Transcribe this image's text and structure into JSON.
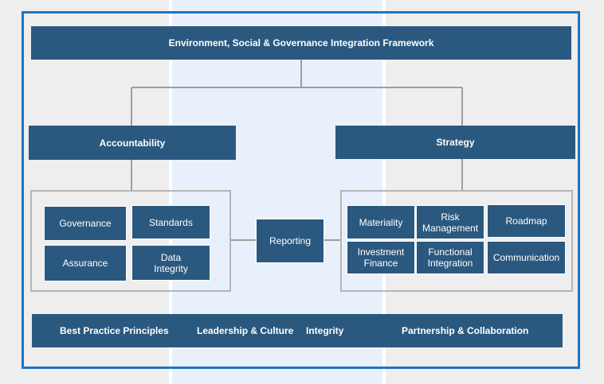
{
  "title": "Environment, Social & Governance Integration Framework",
  "left": {
    "heading": "Accountability",
    "items": [
      "Governance",
      "Standards",
      "Assurance",
      "Data Integrity"
    ]
  },
  "center": {
    "label": "Reporting"
  },
  "right": {
    "heading": "Strategy",
    "items": [
      "Materiality",
      "Risk Management",
      "Roadmap",
      "Investment Finance",
      "Functional Integration",
      "Communication"
    ]
  },
  "principles": [
    "Best Practice Principles",
    "Leadership & Culture",
    "Integrity",
    "Partnership & Collaboration"
  ],
  "colors": {
    "box": "#2b587f",
    "frame": "#1f73c2",
    "connector": "#9e9e9e",
    "group_border": "#b5b5b5",
    "mid_band": "#e8f1fb"
  }
}
